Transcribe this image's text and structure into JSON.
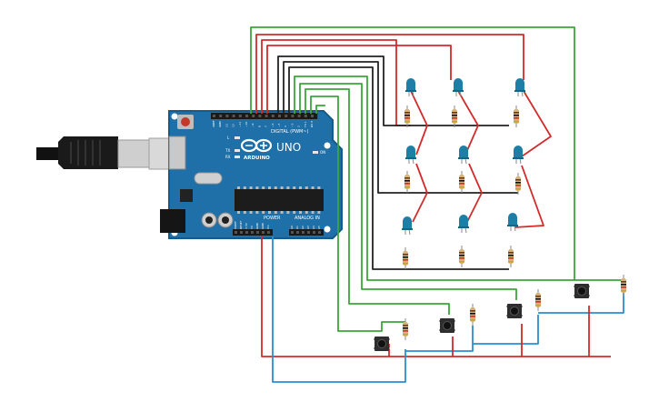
{
  "board": {
    "brand": "ARDUINO",
    "model": "UNO",
    "digital_label": "DIGITAL (PWM~)",
    "power_label": "POWER",
    "analog_label": "ANALOG IN",
    "on_label": "ON",
    "led_labels": [
      "L",
      "TX",
      "RX"
    ],
    "digital_pins": [
      "AREF",
      "GND",
      "13",
      "12",
      "~11",
      "~10",
      "~9",
      "8",
      "7",
      "~6",
      "~5",
      "4",
      "~3",
      "2",
      "TX 1",
      "RX 0"
    ],
    "power_pins": [
      "IOREF",
      "RESET",
      "3.3V",
      "5V",
      "GND",
      "GND",
      "Vin"
    ],
    "analog_pins": [
      "A0",
      "A1",
      "A2",
      "A3",
      "A4",
      "A5"
    ]
  },
  "components": {
    "led_count": 9,
    "pushbutton_count": 4,
    "resistor_count": 13
  },
  "colors": {
    "board": "#1f6fa8",
    "board_edge": "#155a8c",
    "wire_red": "#d42a2a",
    "wire_green": "#3aa83a",
    "wire_black": "#222222",
    "wire_blue": "#2a8fd0",
    "led": "#1e7fa6",
    "resistor": "#d6b27a"
  }
}
